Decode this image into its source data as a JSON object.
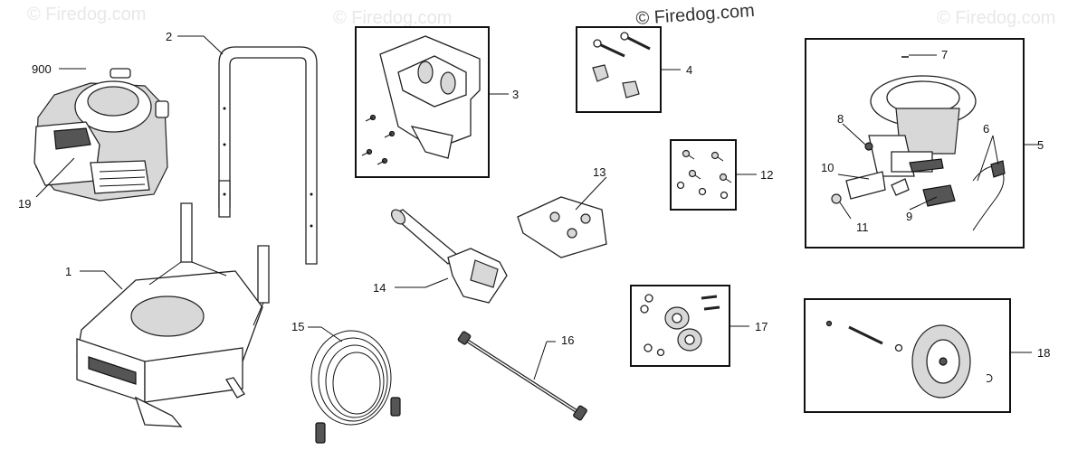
{
  "watermarks": {
    "main": "© Firedog.com",
    "faint": [
      "© Firedog.com",
      "© Firedog.com",
      "© Firedog.com"
    ]
  },
  "callouts": {
    "engine": "900",
    "handle": "2",
    "bracket_kit": "3",
    "bolt_kit": "4",
    "pump_assembly": "5",
    "hoses": "6",
    "pin": "7",
    "valve": "8",
    "nozzle": "9",
    "pump_part_10": "10",
    "pump_part_11": "11",
    "hardware_kit": "12",
    "decal_bag": "13",
    "spray_gun": "14",
    "hose": "15",
    "lance": "16",
    "bearing_kit": "17",
    "wheel_kit": "18",
    "engine_part_19": "19",
    "frame": "1"
  },
  "colors": {
    "line": "#111111",
    "fill_light": "#d8d8d8",
    "fill_dark": "#555555",
    "watermark": "#e8e8e8"
  }
}
